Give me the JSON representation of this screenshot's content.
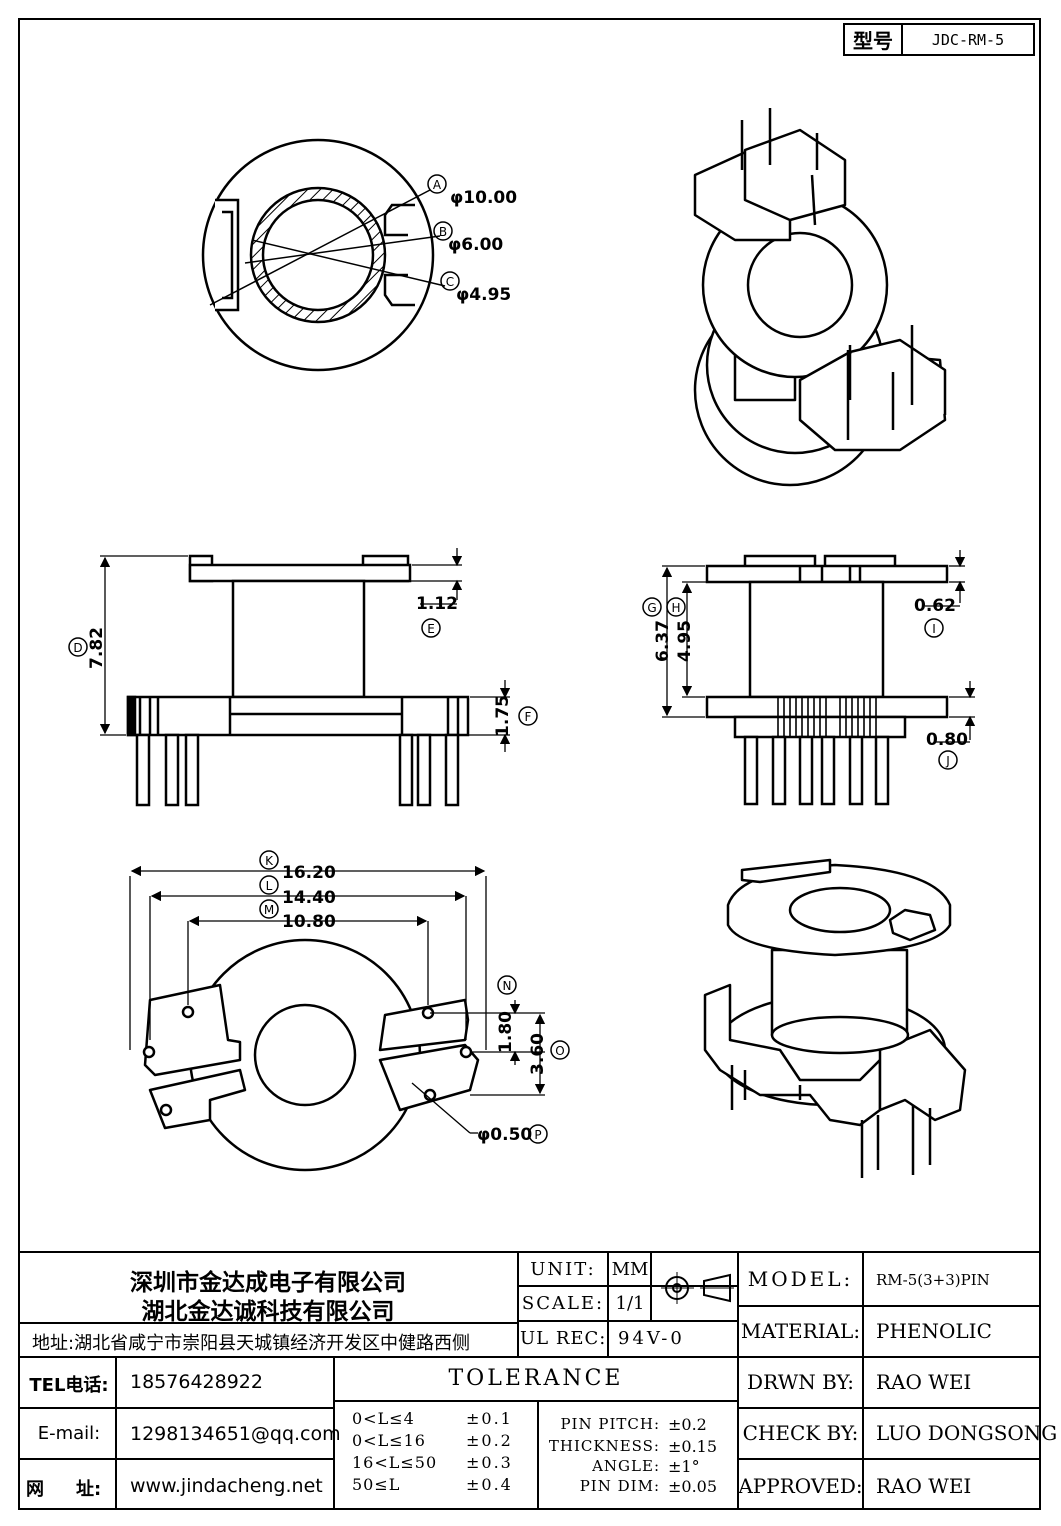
{
  "header": {
    "type_label": "型号",
    "type_value": "JDC-RM-5"
  },
  "dimensions": {
    "A": {
      "letter": "A",
      "value": "φ10.00"
    },
    "B": {
      "letter": "B",
      "value": "φ6.00"
    },
    "C": {
      "letter": "C",
      "value": "φ4.95"
    },
    "D": {
      "letter": "D",
      "value": "7.82"
    },
    "E": {
      "letter": "E",
      "value": "1.12"
    },
    "F": {
      "letter": "F",
      "value": "1.75"
    },
    "G": {
      "letter": "G",
      "value": "6.37"
    },
    "H": {
      "letter": "H",
      "value": "4.95"
    },
    "I": {
      "letter": "I",
      "value": "0.62"
    },
    "J": {
      "letter": "J",
      "value": "0.80"
    },
    "K": {
      "letter": "K",
      "value": "16.20"
    },
    "L": {
      "letter": "L",
      "value": "14.40"
    },
    "M": {
      "letter": "M",
      "value": "10.80"
    },
    "N": {
      "letter": "N",
      "value": "1.80"
    },
    "O": {
      "letter": "O",
      "value": "3.60"
    },
    "P": {
      "letter": "P",
      "value": "φ0.50"
    }
  },
  "company": {
    "name1": "深圳市金达成电子有限公司",
    "name2": "湖北金达诚科技有限公司",
    "address": "地址:湖北省咸宁市崇阳县天城镇经济开发区中健路西侧",
    "tel_label": "TEL电话:",
    "tel": "18576428922",
    "email_label": "E-mail:",
    "email": "1298134651@qq.com",
    "web_label_1": "网",
    "web_label_2": "址:",
    "web": "www.jindacheng.net"
  },
  "spec": {
    "unit_label": "UNIT:",
    "unit": "MM",
    "scale_label": "SCALE:",
    "scale": "1/1",
    "ulrec_label": "UL REC:",
    "ulrec": "94V-0"
  },
  "tolerance": {
    "title": "TOLERANCE",
    "rows": [
      {
        "range": "0<L≤4",
        "tol": "±0.1"
      },
      {
        "range": "0<L≤16",
        "tol": "±0.2"
      },
      {
        "range": "16<L≤50",
        "tol": "±0.3"
      },
      {
        "range": "50≤L",
        "tol": "±0.4"
      }
    ],
    "extra": [
      {
        "label": "PIN PITCH:",
        "tol": "±0.2"
      },
      {
        "label": "THICKNESS:",
        "tol": "±0.15"
      },
      {
        "label": "ANGLE:",
        "tol": "±1°"
      },
      {
        "label": "PIN DIM:",
        "tol": "±0.05"
      }
    ]
  },
  "info": {
    "model_label": "MODEL:",
    "model": "RM-5(3+3)PIN",
    "material_label": "MATERIAL:",
    "material": "PHENOLIC",
    "drawn_label": "DRWN BY:",
    "drawn": "RAO WEI",
    "check_label": "CHECK BY:",
    "check": "LUO DONGSONG",
    "approved_label": "APPROVED:",
    "approved": "RAO WEI"
  }
}
